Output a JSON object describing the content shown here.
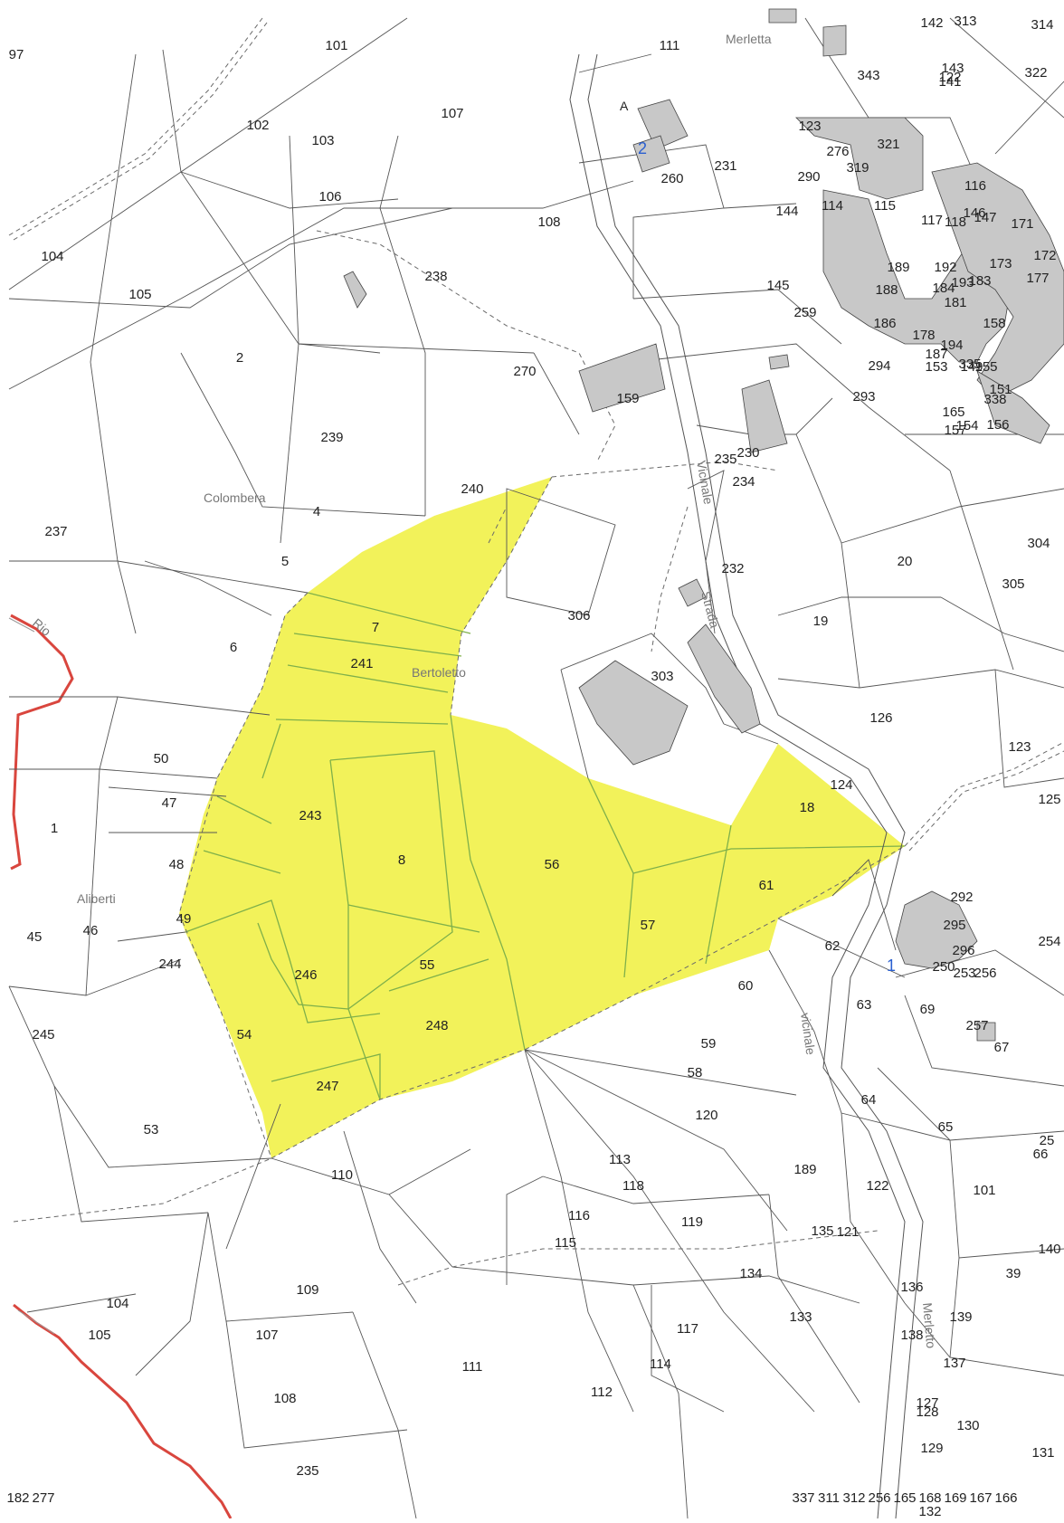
{
  "colors": {
    "background": "#ffffff",
    "parcel_line": "#555555",
    "boundary_dash": "#6a6a6a",
    "highlight_fill": "#f2f25a",
    "highlight_line": "#7fb04a",
    "building": "#c8c8c8",
    "river": "#d9463e",
    "label": "#222222",
    "place_label": "#777777",
    "blue_label": "#2a5fd0"
  },
  "places": {
    "colombera": "Colombera",
    "bertoletto": "Bertoletto",
    "aliberti": "Aliberti",
    "merletta": "Merletta",
    "rio": "Rio",
    "strada": "Strada",
    "vicinale": "vicinale",
    "vicinale_upper": "Vicinale",
    "merletto": "Merletto"
  },
  "parcels_highlighted": [
    "7",
    "241",
    "243",
    "8",
    "56",
    "18",
    "61",
    "57",
    "55",
    "246",
    "248",
    "49",
    "54",
    "247"
  ],
  "parcels_other": [
    "97",
    "101",
    "111",
    "102",
    "103",
    "107",
    "104",
    "105",
    "106",
    "108",
    "238",
    "2",
    "270",
    "239",
    "240",
    "237",
    "4",
    "5",
    "6",
    "50",
    "47",
    "1",
    "48",
    "45",
    "46",
    "244",
    "245",
    "53",
    "110",
    "109",
    "104",
    "105",
    "107",
    "108",
    "235",
    "111",
    "112",
    "114",
    "117",
    "116",
    "115",
    "113",
    "118",
    "119",
    "120",
    "58",
    "59",
    "60",
    "62",
    "63",
    "64",
    "65",
    "66",
    "69",
    "67",
    "257",
    "292",
    "295",
    "296",
    "250",
    "253",
    "256",
    "254",
    "25",
    "101",
    "140",
    "39",
    "139",
    "137",
    "136",
    "138",
    "127",
    "128",
    "129",
    "130",
    "131",
    "132",
    "133",
    "134",
    "135",
    "189",
    "122",
    "121",
    "124",
    "125",
    "126",
    "123",
    "19",
    "20",
    "305",
    "304",
    "232",
    "306",
    "303",
    "234",
    "235",
    "230",
    "293",
    "294",
    "259",
    "260",
    "231",
    "144",
    "145",
    "143",
    "141",
    "142",
    "313",
    "314",
    "322",
    "343",
    "122",
    "123",
    "276",
    "290",
    "319",
    "321",
    "114",
    "115",
    "117",
    "116",
    "118",
    "146",
    "147",
    "171",
    "172",
    "173",
    "177",
    "183",
    "188",
    "189",
    "192",
    "181",
    "184",
    "193",
    "186",
    "187",
    "194",
    "178",
    "335",
    "149",
    "151",
    "338",
    "153",
    "155",
    "165",
    "156",
    "154",
    "157",
    "158",
    "159",
    "337",
    "311",
    "312",
    "256",
    "165",
    "168",
    "169",
    "167",
    "166",
    "182",
    "277"
  ],
  "blue_labels": [
    "2",
    "1"
  ],
  "marker_a": "A"
}
